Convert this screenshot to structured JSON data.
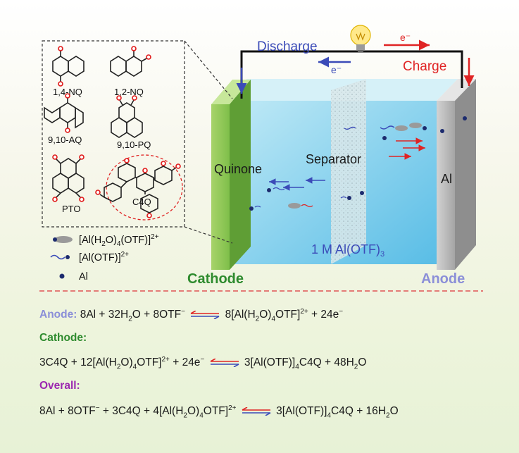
{
  "circuit": {
    "discharge_label": "Discharge",
    "charge_label": "Charge",
    "electron_label": "e⁻",
    "colors": {
      "discharge": "#3b4bb8",
      "charge": "#e02424",
      "wire": "#111111"
    }
  },
  "cell": {
    "cathode_material": "Quinone",
    "separator_label": "Separator",
    "anode_material": "Al",
    "electrolyte_label": "1 M Al(OTF)",
    "electrolyte_sub": "3",
    "cathode_label": "Cathode",
    "anode_label": "Anode",
    "colors": {
      "cathode": "#2e8b2e",
      "anode": "#8b8fd8"
    }
  },
  "molecules": [
    {
      "id": "nq14",
      "label": "1,4-NQ"
    },
    {
      "id": "nq12",
      "label": "1,2-NQ"
    },
    {
      "id": "aq910",
      "label": "9,10-AQ"
    },
    {
      "id": "pq910",
      "label": "9,10-PQ"
    },
    {
      "id": "pto",
      "label": "PTO"
    },
    {
      "id": "c4q",
      "label": "C4Q"
    }
  ],
  "legend": [
    {
      "icon": "hydrated-al-complex-icon",
      "prefix": "[Al(H",
      "s1": "2",
      "mid": "O)",
      "s2": "4",
      "end": "(OTF)]",
      "sup": "2+"
    },
    {
      "icon": "al-otf-complex-icon",
      "prefix": "[Al(OTF)]",
      "sup": "2+"
    },
    {
      "icon": "al-atom-icon",
      "prefix": "Al"
    }
  ],
  "equations": {
    "anode_header": "Anode:",
    "anode_eq": {
      "lhs": [
        "8Al + 32H",
        "2",
        "O + 8OTF",
        "−"
      ],
      "rhs": [
        "8[Al(H",
        "2",
        "O)",
        "4",
        "OTF]",
        "2+",
        " + 24e",
        "−"
      ]
    },
    "cathode_header": "Cathode:",
    "cathode_eq": {
      "lhs": [
        "3C4Q + 12[Al(H",
        "2",
        "O)",
        "4",
        "OTF]",
        "2+",
        " + 24e",
        "−"
      ],
      "rhs": [
        "3[Al(OTF)]",
        "4",
        "C4Q + 48H",
        "2",
        "O"
      ]
    },
    "overall_header": "Overall:",
    "overall_eq": {
      "lhs": [
        "8Al + 8OTF",
        "−",
        " + 3C4Q + 4[Al(H",
        "2",
        "O)",
        "4",
        "OTF]",
        "2+"
      ],
      "rhs": [
        "3[Al(OTF)]",
        "4",
        "C4Q + 16H",
        "2",
        "O"
      ]
    },
    "colors": {
      "anode": "#8b8fd8",
      "cathode": "#2e8b2e",
      "overall": "#9b27b0"
    }
  }
}
